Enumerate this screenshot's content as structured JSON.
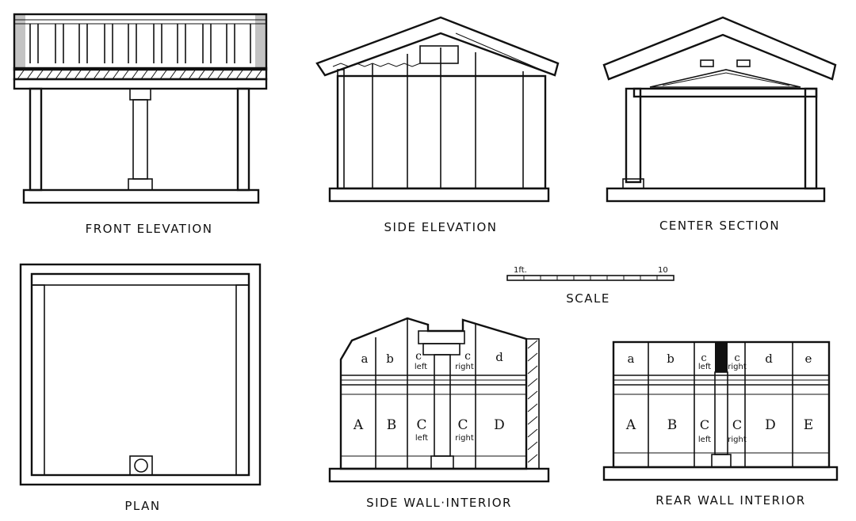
{
  "labels": {
    "front_elevation": "FRONT ELEVATION",
    "side_elevation": "SIDE ELEVATION",
    "center_section": "CENTER SECTION",
    "plan": "PLAN",
    "scale": "SCALE",
    "side_wall_interior": "SIDE WALL·INTERIOR",
    "rear_wall_interior": "REAR WALL INTERIOR"
  },
  "scale_bar": {
    "start": "1ft.",
    "end": "10"
  },
  "side_wall_panels": {
    "upper": [
      "a",
      "b",
      "c",
      "c",
      "d"
    ],
    "upper_sub": {
      "c_left": "left",
      "c_right": "right"
    },
    "lower": [
      "A",
      "B",
      "C",
      "C",
      "D"
    ],
    "lower_sub": {
      "c_left": "left",
      "c_right": "right"
    }
  },
  "rear_wall_panels": {
    "upper": [
      "a",
      "b",
      "c",
      "c",
      "d",
      "e"
    ],
    "upper_sub": {
      "c_left": "left",
      "c_right": "right"
    },
    "lower": [
      "A",
      "B",
      "C",
      "C",
      "D",
      "E"
    ],
    "lower_sub": {
      "c_left": "left",
      "c_right": "right"
    }
  }
}
